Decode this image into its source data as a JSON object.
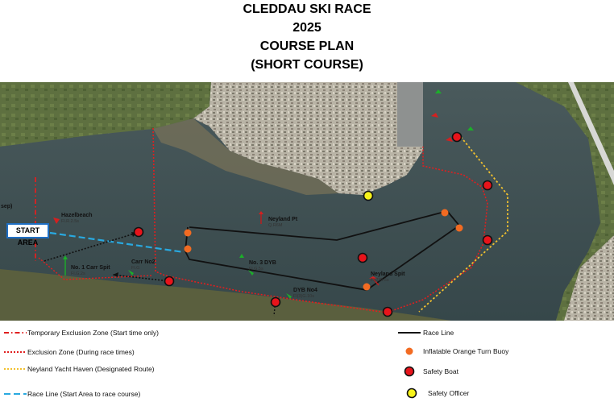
{
  "title": {
    "line1": "CLEDDAU SKI RACE",
    "line2": "2025",
    "line3": "COURSE PLAN",
    "line4": "(SHORT COURSE)"
  },
  "start_area_label": "START AREA",
  "map_labels": {
    "hazelbeach": "Hazelbeach",
    "hazelbeach_sub": "Fl.R.2.5s",
    "neyland_pt": "Neyland Pt",
    "neyland_pt_sub": "Q.R6M",
    "carr_no2": "Carr No2",
    "carr_no2_sub": "Fl.G",
    "no1_carr_spit": "No. 1 Carr Spit",
    "no1_carr_spit_sub": "Fl.G.2s",
    "no3_dyb": "No. 3 DYB",
    "no3_dyb_sub": "Fl.G.5s",
    "dyb_no4": "DYB No4",
    "dyb_no4_sub": "Fl(3)G.10s",
    "neyland_spit": "Neyland Spit",
    "neyland_spit_sub": "Fl(2)R.5s",
    "left_edge": "sep)"
  },
  "legend": {
    "temp_exclusion": "Temporary Exclusion Zone (Start time only)",
    "exclusion": "Exclusion Zone (During race times)",
    "yacht_haven": "Neyland Yacht Haven (Designated Route)",
    "race_line_start": "Race Line (Start Area to race course)",
    "race_line": "Race Line",
    "turn_buoy": "Inflatable Orange Turn Buoy",
    "safety_boat": "Safety Boat",
    "safety_officer": "Safety Officer"
  },
  "colors": {
    "exclusion_red": "#e01f1f",
    "race_line_black": "#111111",
    "yacht_route_yellow": "#f2c12e",
    "start_line_blue": "#29a9e0",
    "turn_buoy_orange": "#f26b22",
    "safety_boat_red": "#e8141b",
    "safety_officer_yellow": "#f7f31a",
    "water": "#3e4f52",
    "land": "#6f7a4a"
  },
  "icons": {
    "port_marker": "red-port-marker-icon",
    "starboard_marker": "green-starboard-marker-icon"
  }
}
